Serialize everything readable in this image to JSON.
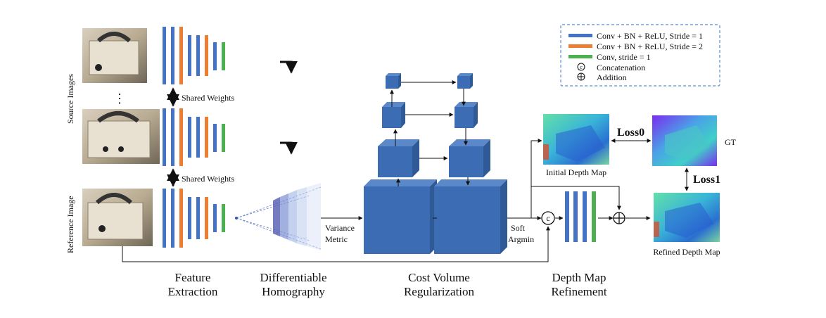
{
  "legend": {
    "items": [
      {
        "label": "Conv + BN + ReLU, Stride = 1",
        "color": "#4472C4"
      },
      {
        "label": "Conv + BN + ReLU, Stride = 2",
        "color": "#ED7D31"
      },
      {
        "label": "Conv, stride = 1",
        "color": "#4CAF50"
      }
    ],
    "concat_symbol": "c",
    "concat_label": "Concatenation",
    "add_label": "Addition"
  },
  "inputs": {
    "source_label": "Source Images",
    "reference_label": "Reference Image",
    "ellipsis": "⋮",
    "shared_weights_1": "Shared Weights",
    "shared_weights_2": "Shared Weights"
  },
  "annotations": {
    "variance_line1": "Variance",
    "variance_line2": "Metric",
    "softargmin_line1": "Soft",
    "softargmin_line2": "Argmin",
    "initial_depth": "Initial Depth Map",
    "refined_depth": "Refined Depth Map",
    "gt": "GT",
    "loss0": "Loss0",
    "loss1": "Loss1"
  },
  "stages": {
    "feature_line1": "Feature",
    "feature_line2": "Extraction",
    "homography_line1": "Differentiable",
    "homography_line2": "Homography",
    "cost_line1": "Cost Volume",
    "cost_line2": "Regularization",
    "refine_line1": "Depth Map",
    "refine_line2": "Refinement"
  },
  "colors": {
    "conv_stride1": "#4472C4",
    "conv_stride2": "#ED7D31",
    "conv_plain": "#4CAF50",
    "cube_front": "#3C6CB4",
    "cube_top": "#5A88C8",
    "cube_side": "#2F5A96",
    "legend_border": "#5B8BD0"
  }
}
